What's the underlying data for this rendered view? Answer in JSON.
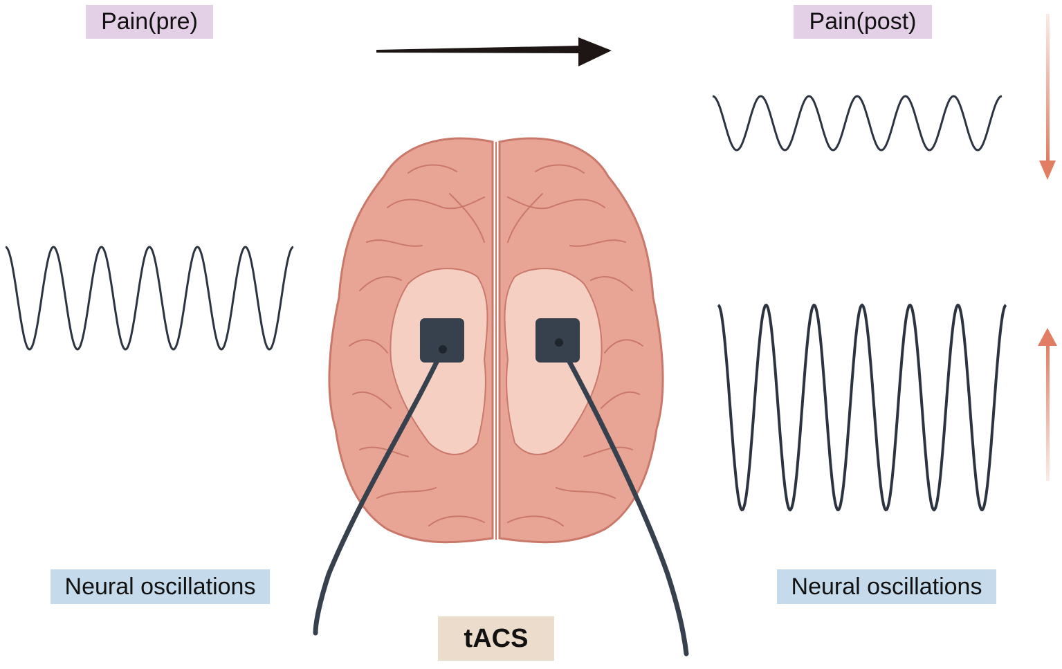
{
  "labels": {
    "pain_pre": "Pain(pre)",
    "pain_post": "Pain(post)",
    "neural_left": "Neural oscillations",
    "neural_right": "Neural oscillations",
    "tacs": "tACS"
  },
  "colors": {
    "pain_label_bg": "#e3cfe6",
    "neural_label_bg": "#c5dbeb",
    "tacs_label_bg": "#ecdccc",
    "wave": "#2b3440",
    "brain_base": "#e8a595",
    "brain_fold": "#f2b9aa",
    "brain_outline": "#c9786a",
    "motor_area": "#f6cfc3",
    "electrode": "#37404d",
    "arrow_process": "#1e1614",
    "arrow_change": "#e07d62"
  },
  "icons": {
    "brain": "brain-top-view-icon",
    "electrode": "electrode-pad-icon",
    "process_arrow": "arrow-right-icon",
    "decrease_arrow": "arrow-down-icon",
    "increase_arrow": "arrow-up-icon"
  },
  "waves": {
    "pre": {
      "cycles": 6,
      "relative_amplitude": "medium"
    },
    "post_pain": {
      "cycles": 6,
      "relative_amplitude": "low"
    },
    "post_neural": {
      "cycles": 6,
      "relative_amplitude": "high"
    }
  },
  "changes": {
    "pain": "decrease",
    "neural_oscillations": "increase"
  }
}
